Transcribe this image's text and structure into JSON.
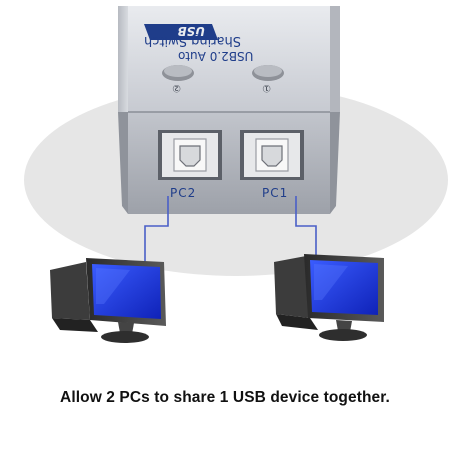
{
  "device": {
    "title_line1": "USB2.0 Auto",
    "title_line2": "Sharing Switch",
    "button_1_label": "①",
    "button_2_label": "②",
    "port_1_label": "PC1",
    "port_2_label": "PC2"
  },
  "caption": "Allow 2 PCs to share 1 USB device together.",
  "colors": {
    "background": "#ffffff",
    "backdrop_ellipse": "#e6e6e6",
    "device_body": "#c9ccd3",
    "device_text": "#1f3d8a",
    "cable": "#4a5fc7",
    "monitor_screen": "#1a34d6"
  }
}
